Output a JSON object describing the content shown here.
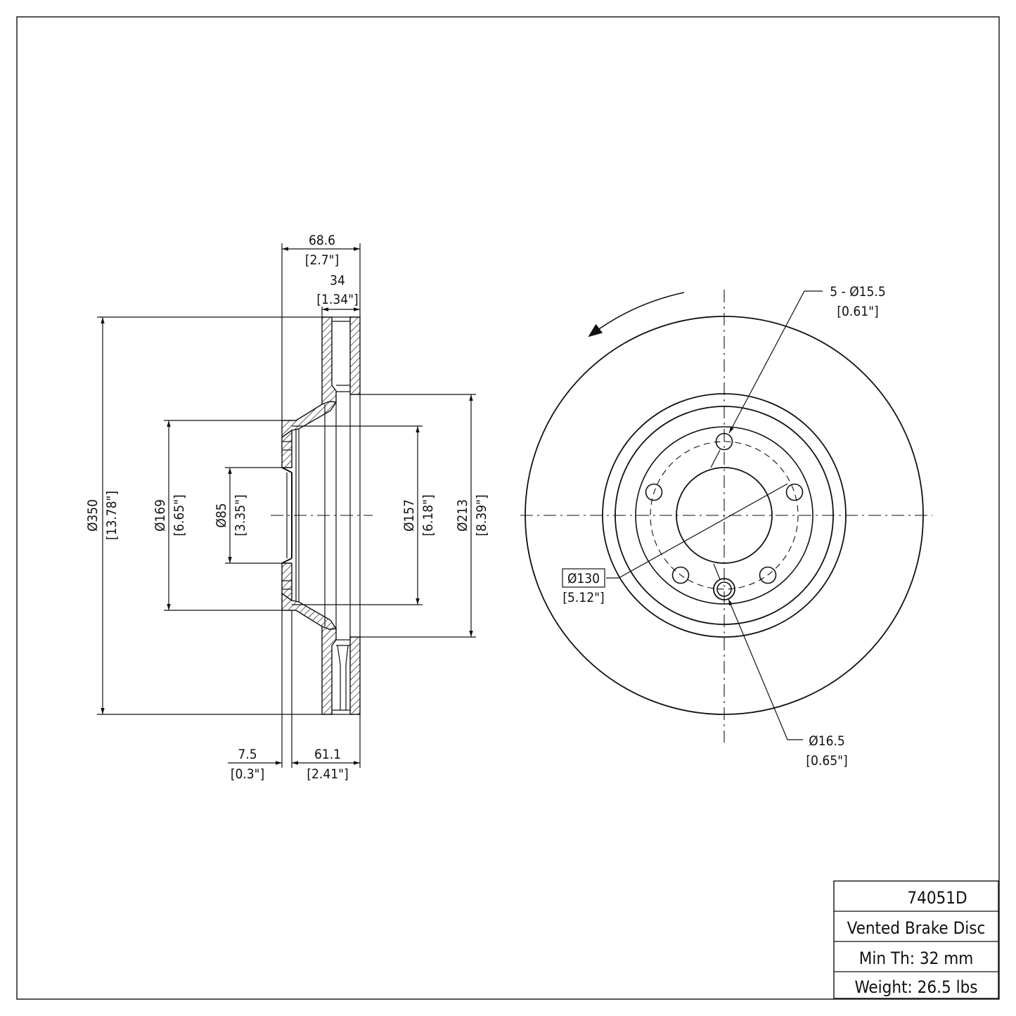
{
  "side_view": {
    "top_dims": [
      {
        "id": "overall-width",
        "mm": "68.6",
        "in": "[2.7\"]"
      },
      {
        "id": "thickness",
        "mm": "34",
        "in": "[1.34\"]"
      }
    ],
    "bottom_dims": [
      {
        "id": "offset",
        "mm": "7.5",
        "in": "[0.3\"]"
      },
      {
        "id": "hat-height",
        "mm": "61.1",
        "in": "[2.41\"]"
      }
    ],
    "vertical_dims": [
      {
        "id": "outer-diameter",
        "mm": "Ø350",
        "in": "[13.78\"]"
      },
      {
        "id": "hat-diameter",
        "mm": "Ø169",
        "in": "[6.65\"]"
      },
      {
        "id": "center-bore",
        "mm": "Ø85",
        "in": "[3.35\"]"
      },
      {
        "id": "inner-hat",
        "mm": "Ø157",
        "in": "[6.18\"]"
      },
      {
        "id": "friction-inner",
        "mm": "Ø213",
        "in": "[8.39\"]"
      }
    ]
  },
  "front_view": {
    "bolt_holes": {
      "mm": "5 - Ø15.5",
      "in": "[0.61\"]"
    },
    "bolt_circle": {
      "mm": "Ø130",
      "in": "[5.12\"]"
    },
    "stud_hole": {
      "mm": "Ø16.5",
      "in": "[0.65\"]"
    }
  },
  "title_block": {
    "part_number": "74051D",
    "description": "Vented Brake Disc",
    "min_thickness": "Min Th: 32 mm",
    "weight": "Weight: 26.5 lbs"
  }
}
